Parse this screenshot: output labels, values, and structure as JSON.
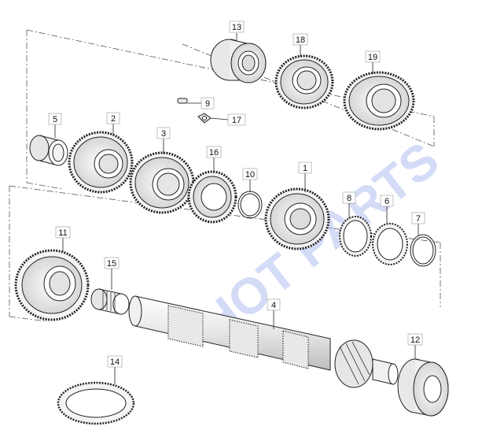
{
  "diagram": {
    "watermark": "HOT PARTS",
    "callouts": [
      {
        "id": "c13",
        "label": "13"
      },
      {
        "id": "c18",
        "label": "18"
      },
      {
        "id": "c19",
        "label": "19"
      },
      {
        "id": "c9",
        "label": "9"
      },
      {
        "id": "c17",
        "label": "17"
      },
      {
        "id": "c5",
        "label": "5"
      },
      {
        "id": "c2",
        "label": "2"
      },
      {
        "id": "c3",
        "label": "3"
      },
      {
        "id": "c16",
        "label": "16"
      },
      {
        "id": "c10",
        "label": "10"
      },
      {
        "id": "c1",
        "label": "1"
      },
      {
        "id": "c8",
        "label": "8"
      },
      {
        "id": "c6",
        "label": "6"
      },
      {
        "id": "c7",
        "label": "7"
      },
      {
        "id": "c11",
        "label": "11"
      },
      {
        "id": "c15",
        "label": "15"
      },
      {
        "id": "c4",
        "label": "4"
      },
      {
        "id": "c12",
        "label": "12"
      },
      {
        "id": "c14",
        "label": "14"
      }
    ]
  }
}
